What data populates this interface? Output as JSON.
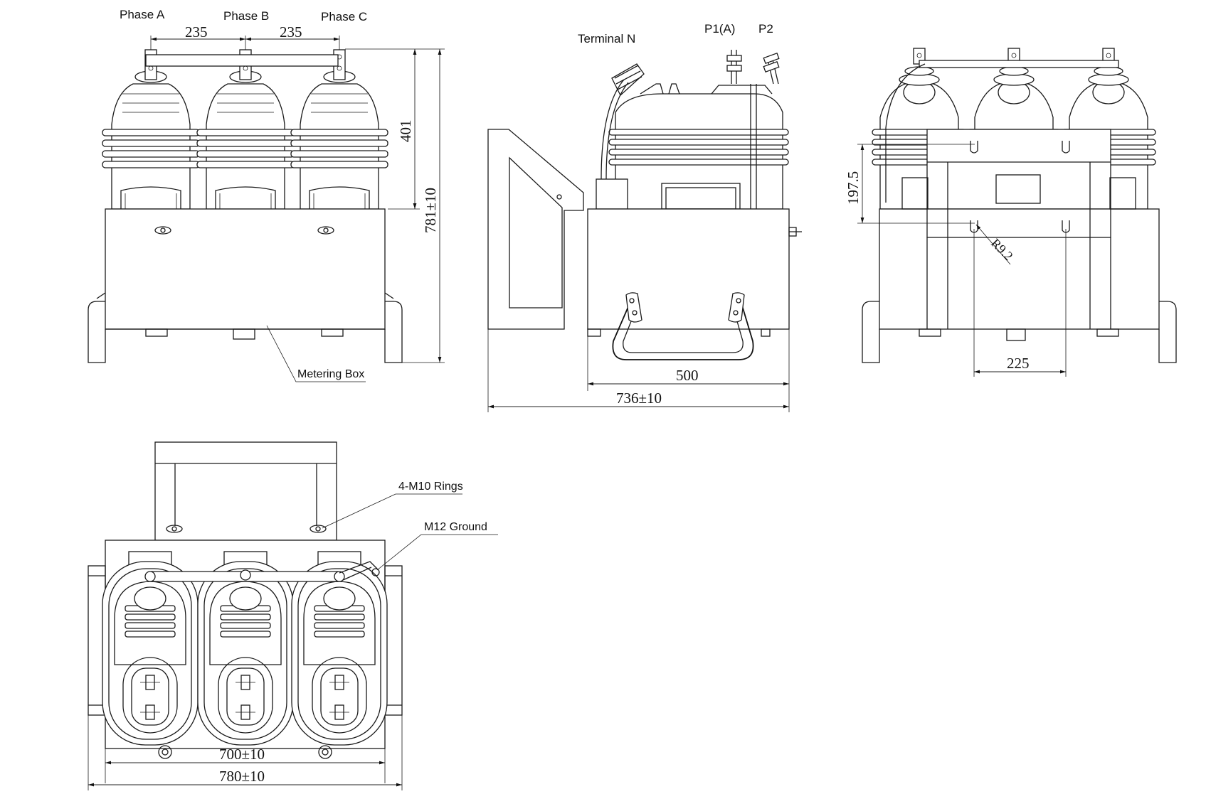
{
  "labels": {
    "phase_a": "Phase A",
    "phase_b": "Phase B",
    "phase_c": "Phase C",
    "terminal_n": "Terminal N",
    "p1a": "P1(A)",
    "p2": "P2",
    "metering_box": "Metering Box",
    "rings": "4-M10 Rings",
    "ground": "M12 Ground"
  },
  "dimensions": {
    "phase_spacing_1": "235",
    "phase_spacing_2": "235",
    "upper_height": "401",
    "total_height": "781±10",
    "depth_500": "500",
    "depth_total": "736±10",
    "slot_height": "197.5",
    "slot_radius": "R9.2",
    "slot_spacing": "225",
    "inner_width": "700±10",
    "total_width": "780±10"
  }
}
